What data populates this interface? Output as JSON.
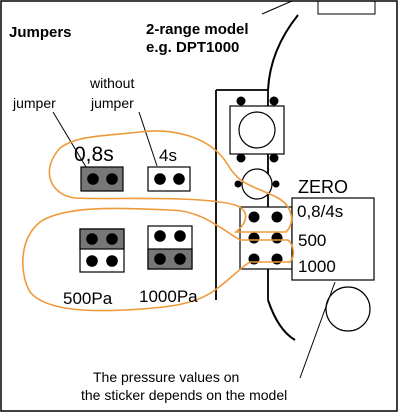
{
  "labels": {
    "jumpers": "Jumpers",
    "model_line1": "2-range model",
    "model_line2": "e.g. DPT1000",
    "without_jumper_line1": "without",
    "without_jumper_line2": "jumper",
    "jumper": "jumper",
    "time_fast": "0,8s",
    "time_slow": "4s",
    "range_low": "500Pa",
    "range_high": "1000Pa",
    "zero": "ZERO",
    "sticker_line1": "0,8/4s",
    "sticker_line2": "500",
    "sticker_line3": "1000",
    "note_line1": "The pressure values on",
    "note_line2": "the sticker depends on the model"
  },
  "colors": {
    "outline": "#000000",
    "highlight_loop": "#ee9a3b",
    "jumper_fill": "#777777",
    "pin": "#000000",
    "background": "#ffffff"
  },
  "icons": {
    "pin": "filled-circle",
    "trimmer": "circle",
    "button": "square-with-circle"
  }
}
